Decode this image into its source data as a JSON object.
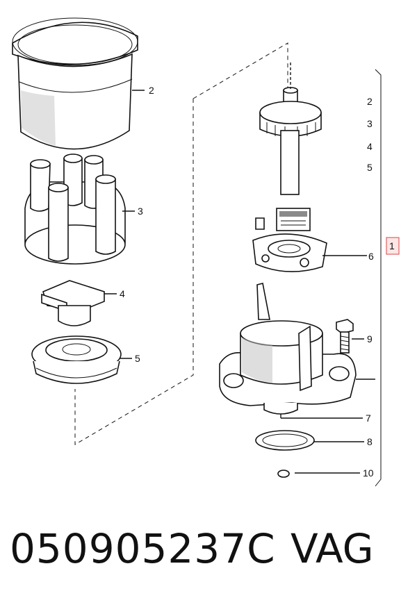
{
  "callouts": {
    "c2_left": "2",
    "c3_left": "3",
    "c4_left": "4",
    "c5_left": "5",
    "c2_right": "2",
    "c3_right": "3",
    "c4_right": "4",
    "c5_right": "5",
    "c6": "6",
    "c7": "7",
    "c8": "8",
    "c9": "9",
    "c10": "10",
    "assembly": "1"
  },
  "caption": {
    "part_number": "050905237C",
    "brand": "VAG"
  },
  "colors": {
    "highlight_box": "#e06060",
    "highlight_fill": "#fde6e6",
    "shading": "#bdbdbd"
  }
}
